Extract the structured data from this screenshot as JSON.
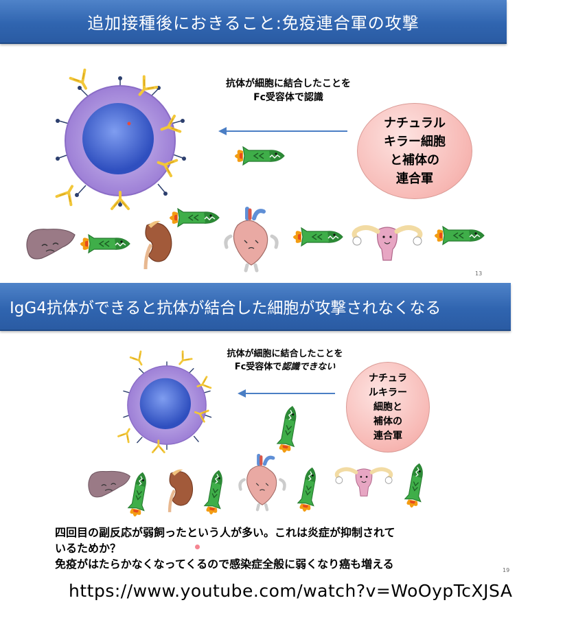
{
  "slide1": {
    "title": "追加接種後におきること:免疫連合軍の攻撃",
    "caption_line1": "抗体が細胞に結合したことを",
    "caption_line2": "Fc受容体で認識",
    "bubble_lines": [
      "ナチュラル",
      "キラー細胞",
      "と補体の",
      "連合軍"
    ],
    "page_number": "13"
  },
  "slide2": {
    "title": "IgG4抗体ができると抗体が結合した細胞が攻撃されなくなる",
    "caption_line1": "抗体が細胞に結合したことを",
    "caption_line2_prefix": "Fc受容体で",
    "caption_line2_emph": "認識できない",
    "bubble_lines": [
      "ナチュラ",
      "ルキラー",
      "細胞と",
      "補体の",
      "連合軍"
    ],
    "page_number": "19"
  },
  "notes": {
    "line1": "四回目の副反応が弱飼ったという人が多い。これは炎症が抑制されて",
    "line2": "いるためか？",
    "line3": "免疫がはたらかなくなってくるので感染症全般に弱くなり癌も増える"
  },
  "url": "https://www.youtube.com/watch?v=WoOypTcXJSA",
  "colors": {
    "title_bar": "#3065b0",
    "bubble": "#f7b8b4",
    "arrow": "#4a7ec4",
    "missile_body": "#3fae49",
    "flame": "#f39c12",
    "cell": "#b79be0",
    "nucleus": "#4a6fd6",
    "antibody": "#f2c73a"
  },
  "icons": [
    "immune-cell-icon",
    "antibody-icon",
    "missile-icon",
    "liver-icon",
    "kidney-icon",
    "heart-icon",
    "uterus-icon"
  ]
}
